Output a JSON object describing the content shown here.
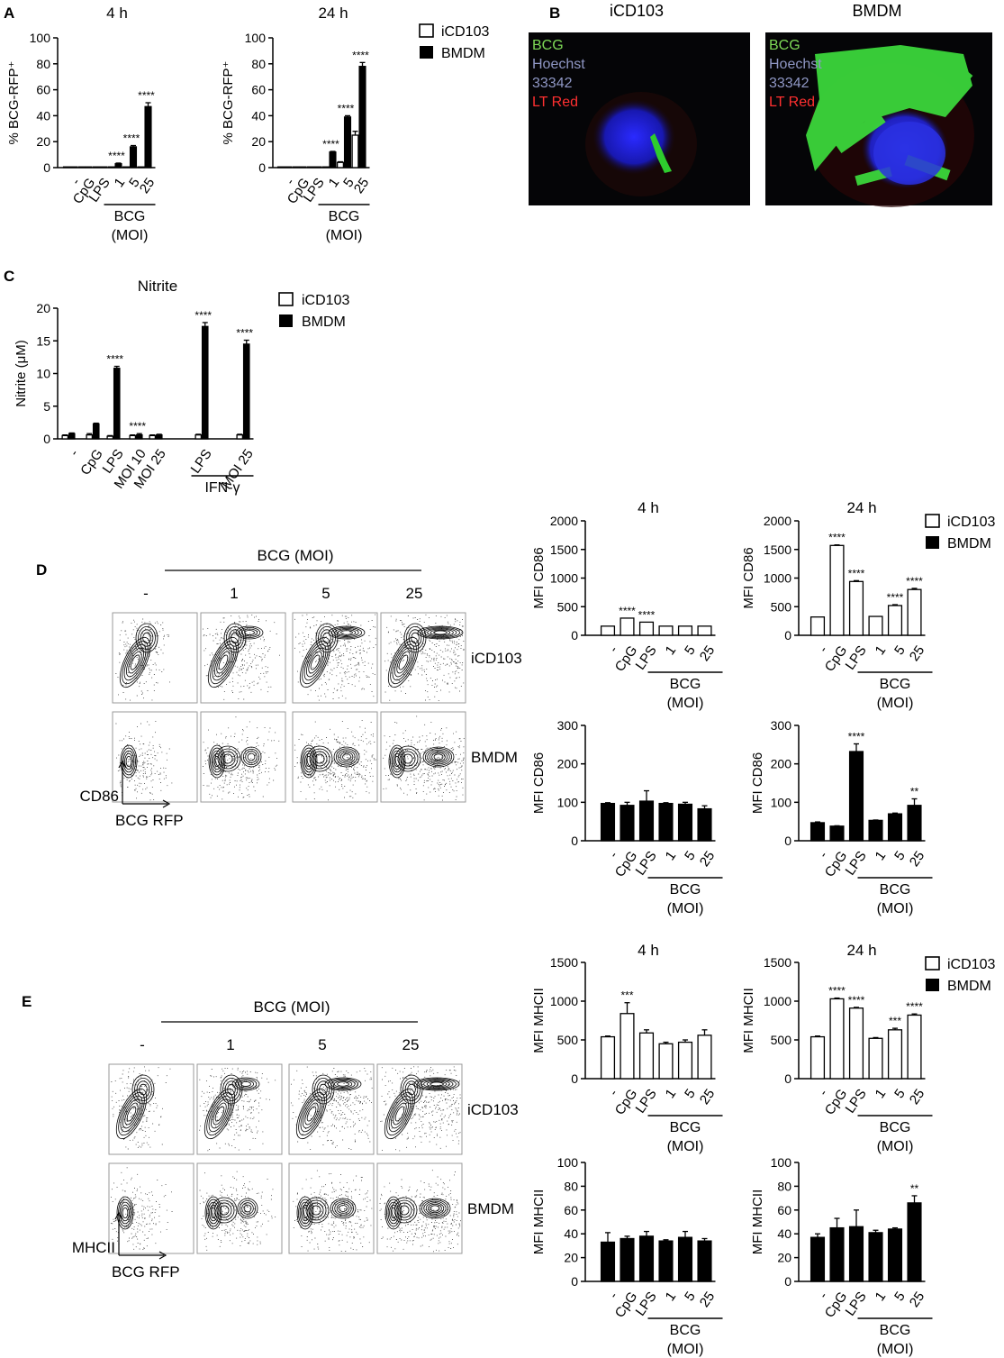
{
  "panel_letters": {
    "A": "A",
    "B": "B",
    "C": "C",
    "D": "D",
    "E": "E"
  },
  "legend": {
    "icd103": "iCD103",
    "bmdm": "BMDM"
  },
  "common": {
    "bcg_group": "BCG",
    "moi_group": "(MOI)",
    "ifn_group": "IFN-γ",
    "bcg_moi_header": "BCG (MOI)",
    "flow_cols": [
      "-",
      "1",
      "5",
      "25"
    ],
    "flow_rows": [
      "iCD103",
      "BMDM"
    ],
    "cd86_axis": "CD86",
    "mhcii_axis": "MHCII",
    "bcg_rfp_axis": "BCG RFP"
  },
  "microscopy": {
    "icd103_title": "iCD103",
    "bmdm_title": "BMDM",
    "labels": [
      "BCG",
      "Hoechst",
      "33342",
      "LT Red"
    ],
    "label_colors": [
      "#7ed957",
      "#8f97c4",
      "#8f97c4",
      "#ff3030"
    ]
  },
  "chart_data": [
    {
      "id": "A4",
      "type": "bar",
      "title": "4 h",
      "ylabel": "% BCG-RFP⁺",
      "ylim": [
        0,
        100
      ],
      "yticks": [
        0,
        20,
        40,
        60,
        80,
        100
      ],
      "categories": [
        "-",
        "CpG",
        "LPS",
        "1",
        "5",
        "25"
      ],
      "series": [
        {
          "name": "iCD103",
          "values": [
            0,
            0,
            0,
            0,
            0,
            0
          ],
          "err": [
            0,
            0,
            0,
            0,
            0,
            0
          ]
        },
        {
          "name": "BMDM",
          "values": [
            0,
            0,
            0,
            3,
            16,
            47
          ],
          "err": [
            0,
            0,
            0,
            0.5,
            1,
            3
          ]
        }
      ],
      "annotations": [
        "",
        "",
        "",
        "****",
        "****",
        "****"
      ]
    },
    {
      "id": "A24",
      "type": "bar",
      "title": "24 h",
      "ylabel": "% BCG-RFP⁺",
      "ylim": [
        0,
        100
      ],
      "yticks": [
        0,
        20,
        40,
        60,
        80,
        100
      ],
      "categories": [
        "-",
        "CpG",
        "LPS",
        "1",
        "5",
        "25"
      ],
      "series": [
        {
          "name": "iCD103",
          "values": [
            0,
            0,
            0,
            0,
            4,
            25
          ],
          "err": [
            0,
            0,
            0,
            0,
            0.5,
            3
          ]
        },
        {
          "name": "BMDM",
          "values": [
            0,
            0,
            0,
            12,
            39,
            78
          ],
          "err": [
            0,
            0,
            0,
            0.5,
            1,
            3
          ]
        }
      ],
      "annotations": [
        "",
        "",
        "",
        "****",
        "****",
        "****"
      ]
    },
    {
      "id": "C",
      "type": "bar",
      "title": "Nitrite",
      "ylabel": "Nitrite (μM)",
      "ylim": [
        0,
        20
      ],
      "yticks": [
        0,
        5,
        10,
        15,
        20
      ],
      "categories": [
        "-",
        "CpG",
        "LPS",
        "MOI 10",
        "MOI 25",
        "",
        "LPS",
        "MOI 25"
      ],
      "series": [
        {
          "name": "iCD103",
          "values": [
            0.5,
            0.6,
            0.4,
            0.5,
            0.5,
            null,
            0.6,
            0.6
          ],
          "err": [
            0.1,
            0.2,
            0.1,
            0.1,
            0.1,
            null,
            0.1,
            0.1
          ]
        },
        {
          "name": "BMDM",
          "values": [
            0.8,
            2.3,
            10.8,
            0.6,
            0.6,
            null,
            17.2,
            14.5
          ],
          "err": [
            0.1,
            0.1,
            0.3,
            0.2,
            0.1,
            null,
            0.6,
            0.6
          ]
        }
      ],
      "annotations": [
        "",
        "",
        "****",
        "****",
        "",
        "",
        "****",
        "****"
      ]
    },
    {
      "id": "D_i4",
      "type": "bar",
      "title": "4 h",
      "ylabel": "MFI CD86",
      "ylim": [
        0,
        2000
      ],
      "yticks": [
        0,
        500,
        1000,
        1500,
        2000
      ],
      "categories": [
        "-",
        "CpG",
        "LPS",
        "1",
        "5",
        "25"
      ],
      "series": [
        {
          "name": "iCD103",
          "values": [
            160,
            300,
            230,
            160,
            160,
            160
          ],
          "err": [
            0,
            0,
            0,
            0,
            0,
            0
          ]
        }
      ],
      "annotations": [
        "",
        "****",
        "****",
        "",
        "",
        ""
      ]
    },
    {
      "id": "D_i24",
      "type": "bar",
      "title": "24 h",
      "ylabel": "MFI CD86",
      "ylim": [
        0,
        2000
      ],
      "yticks": [
        0,
        500,
        1000,
        1500,
        2000
      ],
      "categories": [
        "-",
        "CpG",
        "LPS",
        "1",
        "5",
        "25"
      ],
      "series": [
        {
          "name": "iCD103",
          "values": [
            320,
            1570,
            940,
            330,
            520,
            800
          ],
          "err": [
            0,
            10,
            15,
            0,
            15,
            20
          ]
        }
      ],
      "annotations": [
        "",
        "****",
        "****",
        "",
        "****",
        "****"
      ]
    },
    {
      "id": "D_b4",
      "type": "bar",
      "title": "",
      "ylabel": "MFI CD86",
      "ylim": [
        0,
        300
      ],
      "yticks": [
        0,
        100,
        200,
        300
      ],
      "categories": [
        "-",
        "CpG",
        "LPS",
        "1",
        "5",
        "25"
      ],
      "series": [
        {
          "name": "BMDM",
          "values": [
            97,
            92,
            103,
            97,
            95,
            83
          ],
          "err": [
            2,
            8,
            27,
            2,
            5,
            8
          ]
        }
      ],
      "annotations": [
        "",
        "",
        "",
        "",
        "",
        ""
      ]
    },
    {
      "id": "D_b24",
      "type": "bar",
      "title": "",
      "ylabel": "MFI CD86",
      "ylim": [
        0,
        300
      ],
      "yticks": [
        0,
        100,
        200,
        300
      ],
      "categories": [
        "-",
        "CpG",
        "LPS",
        "1",
        "5",
        "25"
      ],
      "series": [
        {
          "name": "BMDM",
          "values": [
            47,
            38,
            232,
            53,
            70,
            92
          ],
          "err": [
            2,
            1,
            20,
            1,
            2,
            17
          ]
        }
      ],
      "annotations": [
        "",
        "",
        "****",
        "",
        "",
        "**"
      ]
    },
    {
      "id": "E_i4",
      "type": "bar",
      "title": "4 h",
      "ylabel": "MFI MHCII",
      "ylim": [
        0,
        1500
      ],
      "yticks": [
        0,
        500,
        1000,
        1500
      ],
      "categories": [
        "-",
        "CpG",
        "LPS",
        "1",
        "5",
        "25"
      ],
      "series": [
        {
          "name": "iCD103",
          "values": [
            540,
            840,
            590,
            450,
            470,
            560
          ],
          "err": [
            10,
            140,
            40,
            20,
            30,
            70
          ]
        }
      ],
      "annotations": [
        "",
        "***",
        "",
        "",
        "",
        ""
      ]
    },
    {
      "id": "E_i24",
      "type": "bar",
      "title": "24 h",
      "ylabel": "MFI MHCII",
      "ylim": [
        0,
        1500
      ],
      "yticks": [
        0,
        500,
        1000,
        1500
      ],
      "categories": [
        "-",
        "CpG",
        "LPS",
        "1",
        "5",
        "25"
      ],
      "series": [
        {
          "name": "iCD103",
          "values": [
            540,
            1030,
            910,
            520,
            630,
            820
          ],
          "err": [
            10,
            10,
            10,
            10,
            20,
            15
          ]
        }
      ],
      "annotations": [
        "",
        "****",
        "****",
        "",
        "***",
        "****"
      ]
    },
    {
      "id": "E_b4",
      "type": "bar",
      "title": "",
      "ylabel": "MFI MHCII",
      "ylim": [
        0,
        100
      ],
      "yticks": [
        0,
        20,
        40,
        60,
        80,
        100
      ],
      "categories": [
        "-",
        "CpG",
        "LPS",
        "1",
        "5",
        "25"
      ],
      "series": [
        {
          "name": "BMDM",
          "values": [
            33,
            36,
            38,
            34,
            37,
            34
          ],
          "err": [
            8,
            2,
            4,
            1,
            5,
            2
          ]
        }
      ],
      "annotations": [
        "",
        "",
        "",
        "",
        "",
        ""
      ]
    },
    {
      "id": "E_b24",
      "type": "bar",
      "title": "",
      "ylabel": "MFI MHCII",
      "ylim": [
        0,
        100
      ],
      "yticks": [
        0,
        20,
        40,
        60,
        80,
        100
      ],
      "categories": [
        "-",
        "CpG",
        "LPS",
        "1",
        "5",
        "25"
      ],
      "series": [
        {
          "name": "BMDM",
          "values": [
            37,
            45,
            46,
            41,
            44,
            66
          ],
          "err": [
            3,
            8,
            14,
            2,
            1,
            6
          ]
        }
      ],
      "annotations": [
        "",
        "",
        "",
        "",
        "",
        "**"
      ]
    }
  ]
}
